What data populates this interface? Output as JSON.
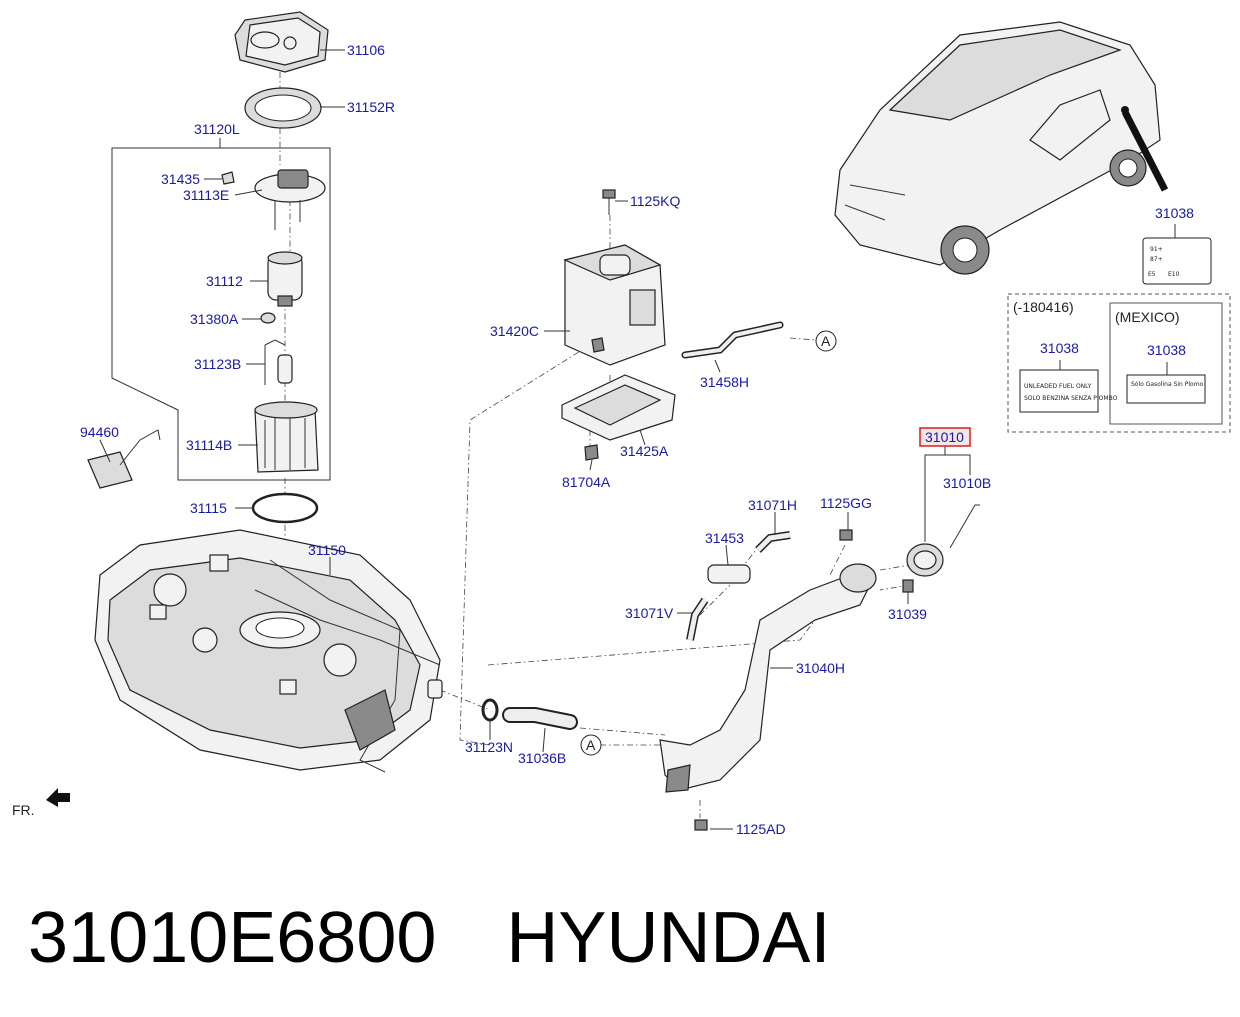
{
  "footer": {
    "part_number": "31010E6800",
    "brand": "HYUNDAI"
  },
  "orientation_label": "FR.",
  "reference_marks": [
    "A",
    "A"
  ],
  "parts": {
    "p31106": "31106",
    "p31152R": "31152R",
    "p31120L": "31120L",
    "p31435": "31435",
    "p31113E": "31113E",
    "p31112": "31112",
    "p31380A": "31380A",
    "p31123B": "31123B",
    "p31114B": "31114B",
    "p94460": "94460",
    "p31115": "31115",
    "p31150": "31150",
    "p1125KQ": "1125KQ",
    "p31420C": "31420C",
    "p31458H": "31458H",
    "p31425A": "31425A",
    "p81704A": "81704A",
    "p31038_main": "31038",
    "p31010": "31010",
    "p31010B": "31010B",
    "p31071H": "31071H",
    "p1125GG": "1125GG",
    "p31453": "31453",
    "p31071V": "31071V",
    "p31039": "31039",
    "p31040H": "31040H",
    "p31123N": "31123N",
    "p31036B": "31036B",
    "p1125AD": "1125AD"
  },
  "label_box": {
    "left_title": "(-180416)",
    "left_part": "31038",
    "left_label_lines": [
      "UNLEADED FUEL ONLY",
      "SOLO BENZINA SENZA PIOMBO"
    ],
    "right_title": "(MEXICO)",
    "right_part": "31038",
    "right_label_lines": [
      "Sólo Gasolina Sin Plomo"
    ]
  },
  "main_label_marks": [
    "91+",
    "87+",
    "E5",
    "E10"
  ],
  "colors": {
    "part_text": "#1a1aa6",
    "highlight": "#d42020"
  }
}
